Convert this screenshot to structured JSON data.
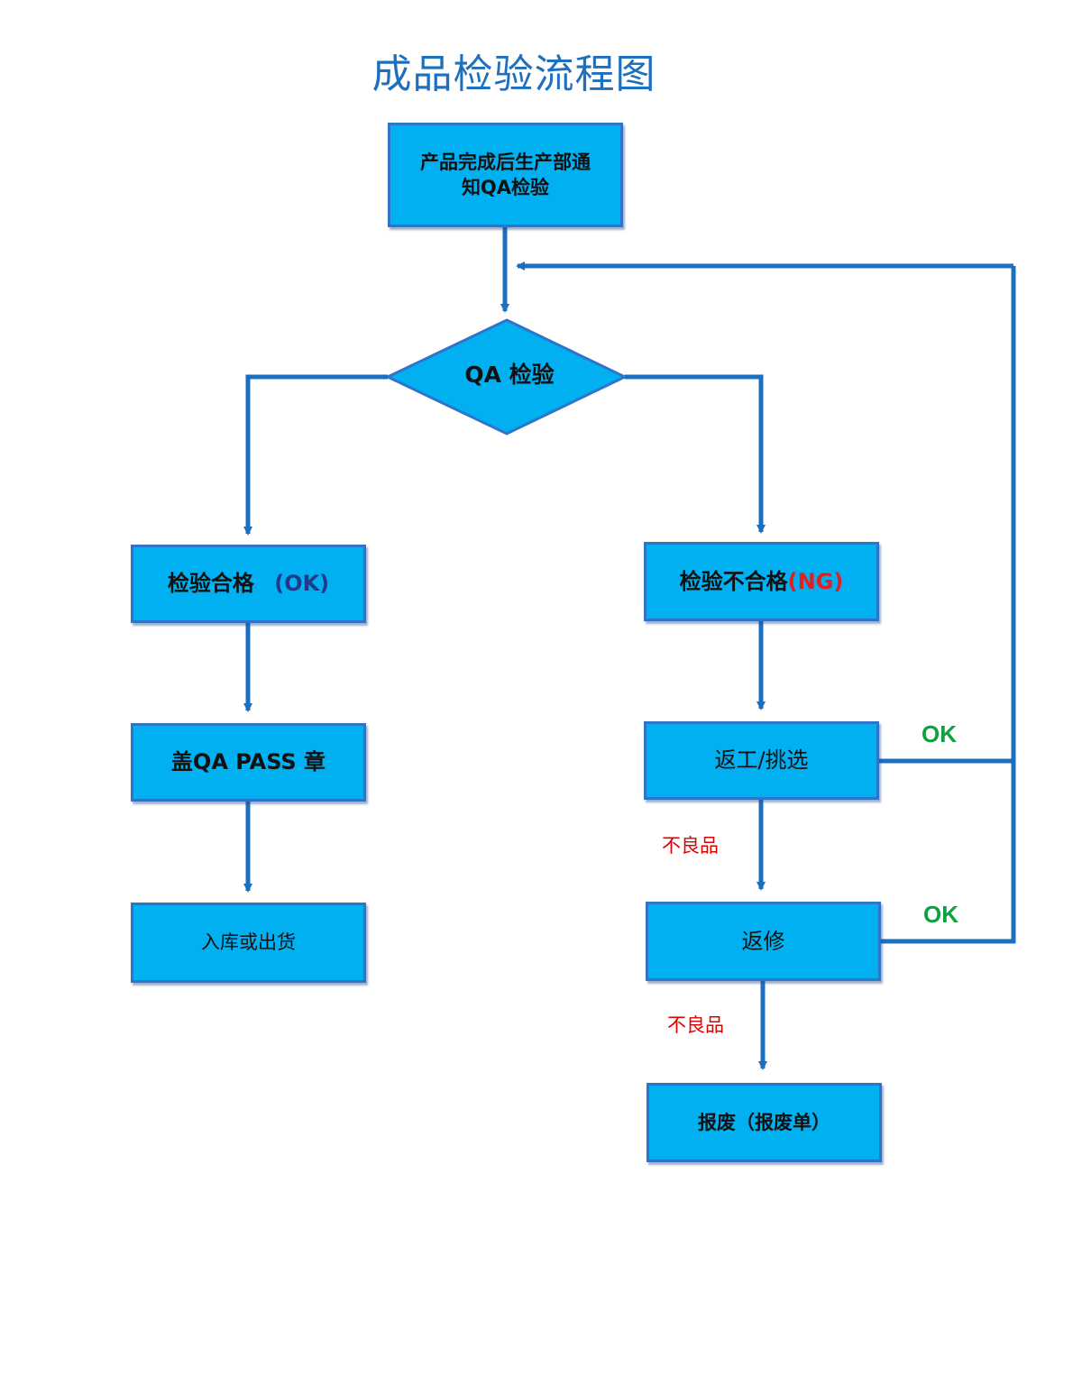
{
  "title": "成品检验流程图",
  "colors": {
    "box_fill": "#00b0f0",
    "box_border": "#2e74c9",
    "connector": "#1a6fc0",
    "title": "#1f6fbf",
    "ok_label": "#10a040",
    "defect_label": "#e00000",
    "ng_text": "#e02020"
  },
  "nodes": {
    "start": {
      "line1": "产品完成后生产部通",
      "line2": "知QA检验"
    },
    "decision": {
      "label": "QA 检验"
    },
    "pass": {
      "label": "检验合格",
      "tag": "(OK)"
    },
    "fail": {
      "label": "检验不合格",
      "tag": "(NG)"
    },
    "stamp": {
      "label": "盖QA PASS 章"
    },
    "ship": {
      "label": "入库或出货"
    },
    "rework": {
      "label": "返工/挑选"
    },
    "repair": {
      "label": "返修"
    },
    "scrap": {
      "label": "报废（报废单）"
    }
  },
  "edge_labels": {
    "rework_ok": "OK",
    "repair_ok": "OK",
    "rework_defect": "不良品",
    "repair_defect": "不良品"
  }
}
